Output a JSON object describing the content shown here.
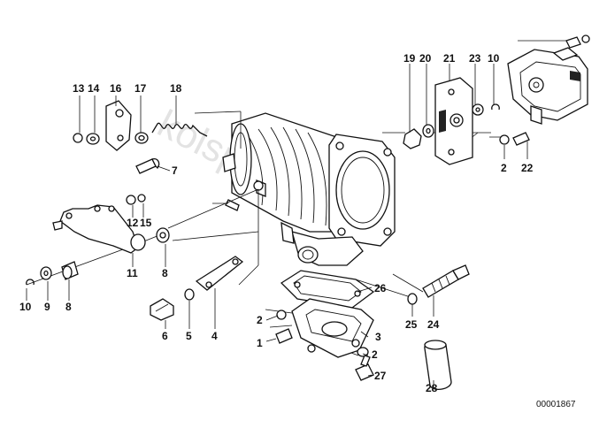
{
  "diagram": {
    "diagram_id": "00001867",
    "watermark": "kolsport.pl"
  },
  "parts": [
    {
      "label": "1"
    },
    {
      "label": "2"
    },
    {
      "label": "2"
    },
    {
      "label": "2"
    },
    {
      "label": "4"
    },
    {
      "label": "5"
    },
    {
      "label": "6"
    },
    {
      "label": "7"
    },
    {
      "label": "8"
    },
    {
      "label": "8"
    },
    {
      "label": "9"
    },
    {
      "label": "10"
    },
    {
      "label": "10"
    },
    {
      "label": "11"
    },
    {
      "label": "12"
    },
    {
      "label": "13"
    },
    {
      "label": "14"
    },
    {
      "label": "15"
    },
    {
      "label": "16"
    },
    {
      "label": "17"
    },
    {
      "label": "18"
    },
    {
      "label": "19"
    },
    {
      "label": "20"
    },
    {
      "label": "21"
    },
    {
      "label": "22"
    },
    {
      "label": "23"
    },
    {
      "label": "24"
    },
    {
      "label": "25"
    },
    {
      "label": "26"
    },
    {
      "label": "27"
    },
    {
      "label": "28"
    },
    {
      "label": "3"
    }
  ]
}
